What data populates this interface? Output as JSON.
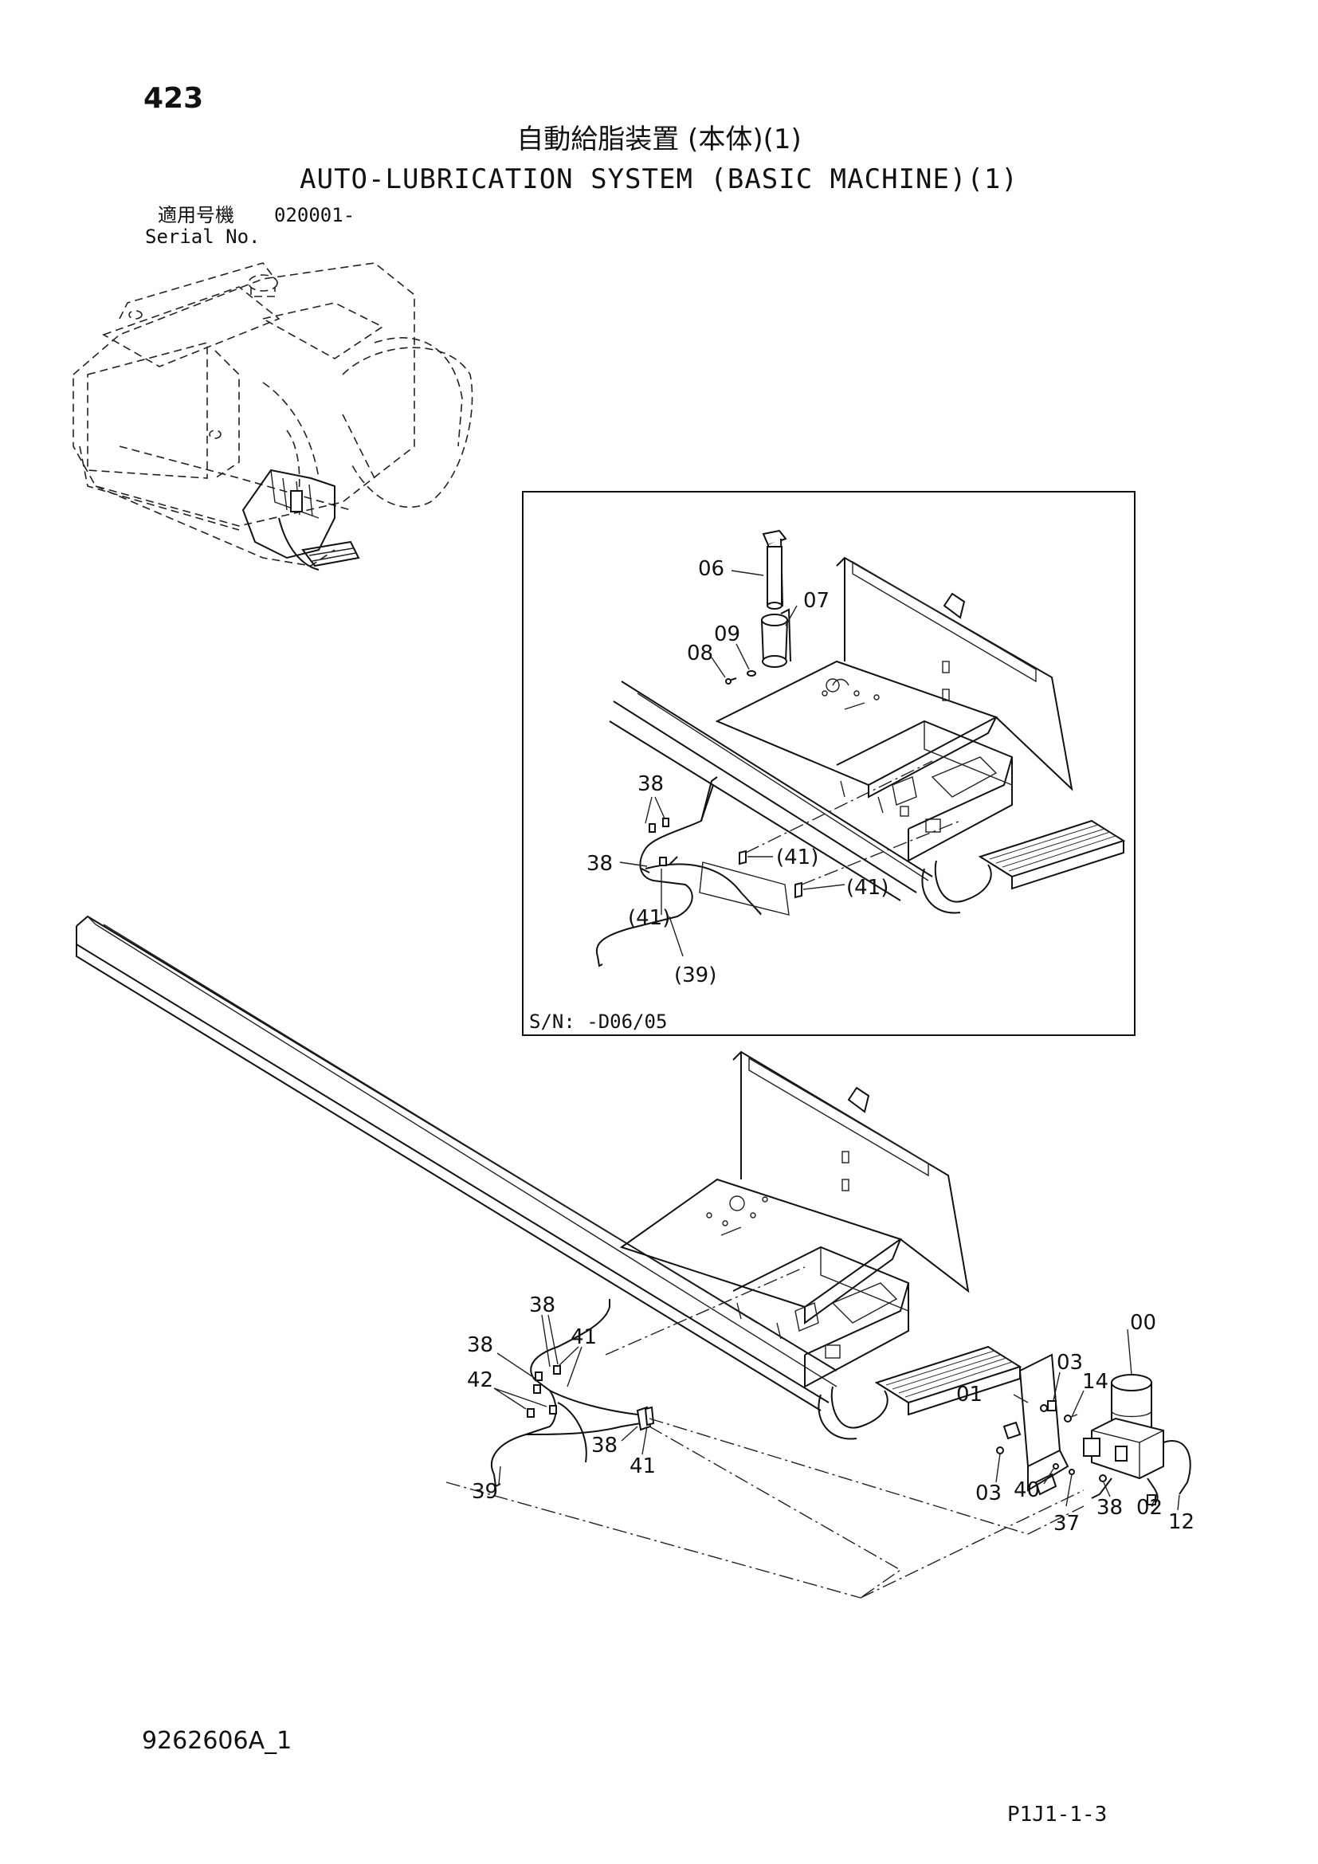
{
  "header": {
    "page_number": "423",
    "title_jp": "自動給脂装置 (本体)(1)",
    "title_en": "AUTO-LUBRICATION SYSTEM (BASIC MACHINE)(1)",
    "serial_label_jp": "適用号機",
    "serial_value": "020001-",
    "serial_label_en": "Serial No."
  },
  "inset": {
    "serial_note": "S/N: -D06/05",
    "callouts": [
      "06",
      "07",
      "09",
      "08",
      "38",
      "38",
      "(41)",
      "(41)",
      "(41)",
      "(39)"
    ]
  },
  "main_view": {
    "callouts": [
      "00",
      "01",
      "03",
      "14",
      "03",
      "40",
      "37",
      "38",
      "02",
      "12",
      "38",
      "41",
      "38",
      "42",
      "39",
      "38",
      "41"
    ]
  },
  "footer": {
    "doc_code": "9262606A_1",
    "page_code": "P1J1-1-3"
  }
}
